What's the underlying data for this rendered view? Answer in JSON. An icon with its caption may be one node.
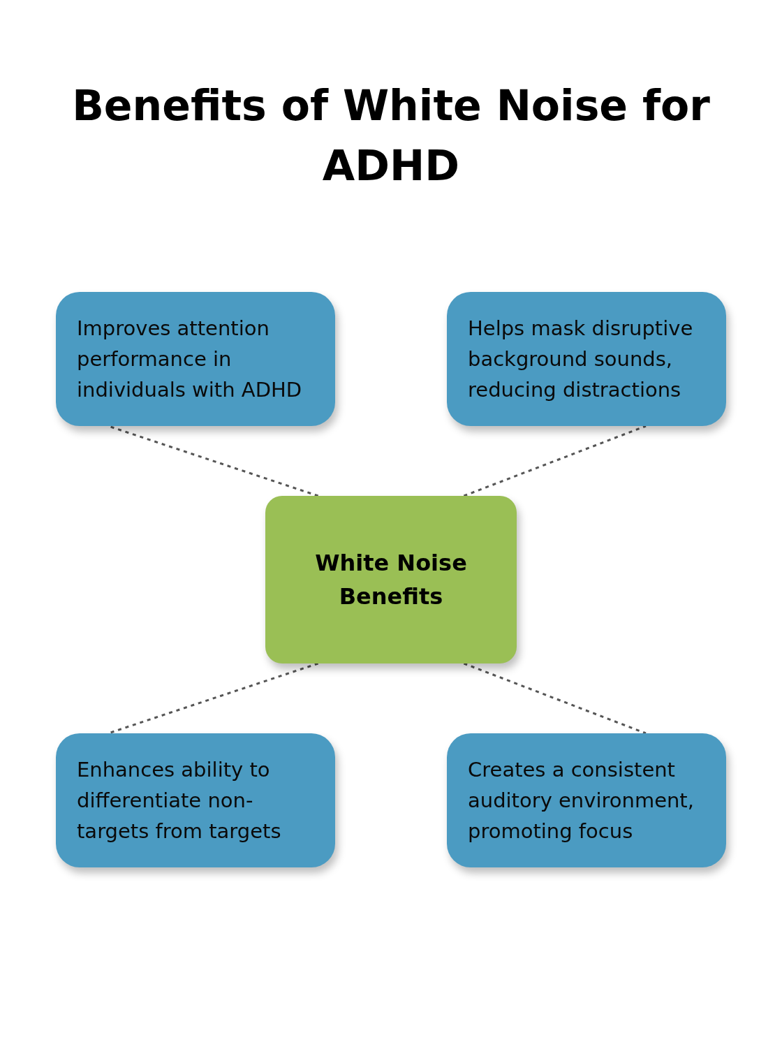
{
  "diagram": {
    "title": "Benefits of White Noise for ADHD",
    "nodes": [
      {
        "text": [
          "Improves attention performance in individuals with ADHD"
        ]
      },
      {
        "text": [
          "Helps mask disruptive background sounds, reducing distractions"
        ]
      },
      {
        "text": [
          "White Noise Benefits"
        ]
      },
      {
        "text": [
          "Enhances ability to differentiate non-targets from targets"
        ]
      },
      {
        "text": [
          "Creates a consistent auditory environment, promoting focus"
        ]
      }
    ],
    "edges": [
      {
        "from": 2,
        "to": 0,
        "arrow": "none",
        "style": "dashed"
      },
      {
        "from": 2,
        "to": 1,
        "arrow": "none",
        "style": "dashed"
      },
      {
        "from": 2,
        "to": 3,
        "arrow": "none",
        "style": "dashed"
      },
      {
        "from": 2,
        "to": 4,
        "arrow": "none",
        "style": "dashed"
      }
    ]
  }
}
